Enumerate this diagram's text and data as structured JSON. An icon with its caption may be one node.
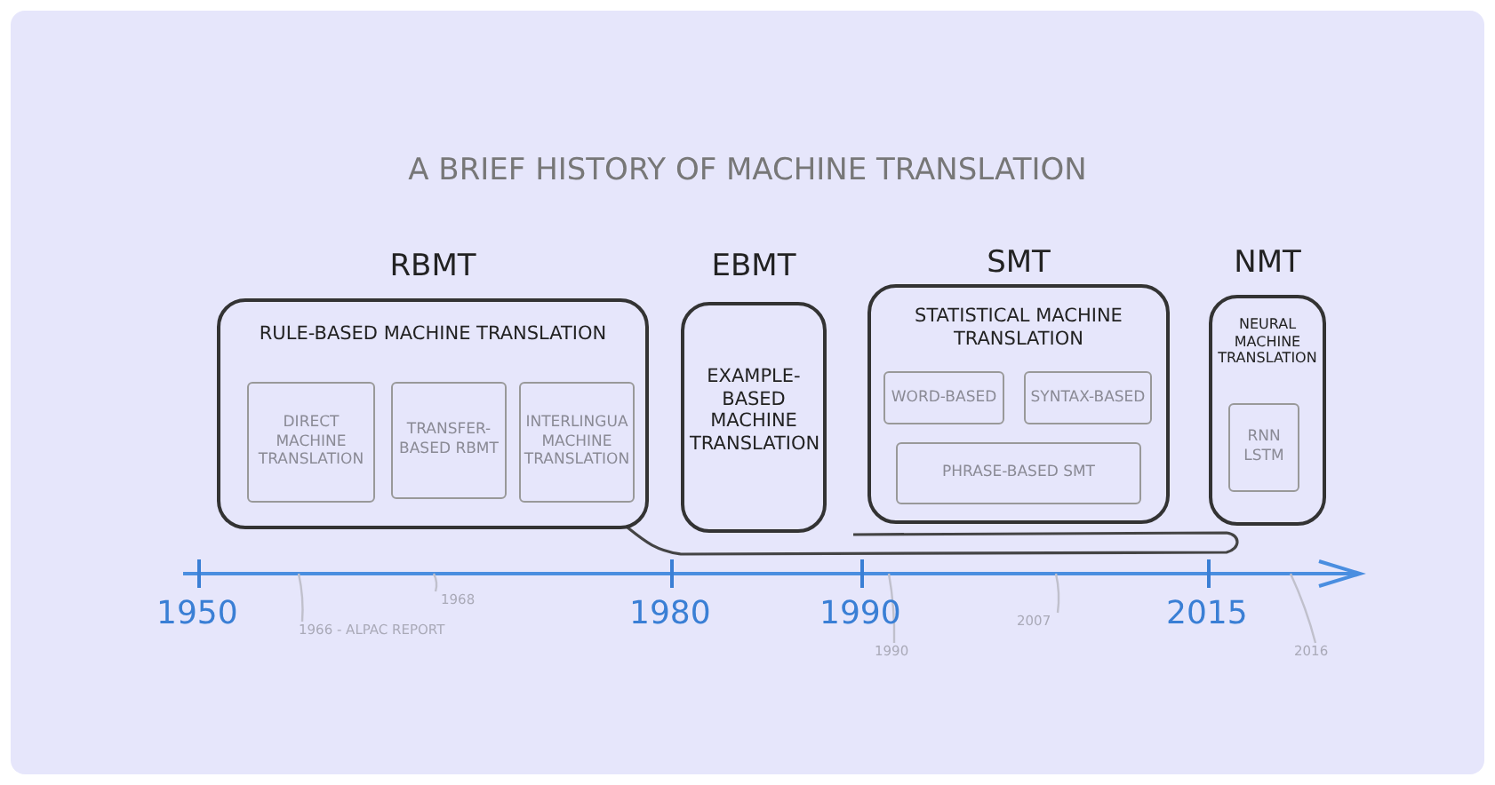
{
  "diagram": {
    "title": "A BRIEF HISTORY OF MACHINE TRANSLATION",
    "nodes": [
      {
        "text": [
          "RBMT",
          "RULE-BASED MACHINE TRANSLATION"
        ]
      },
      {
        "text": [
          "DIRECT MACHINE TRANSLATION"
        ],
        "in": 0
      },
      {
        "text": [
          "TRANSFER-BASED RBMT"
        ],
        "in": 0
      },
      {
        "text": [
          "INTERLINGUA MACHINE TRANSLATION"
        ],
        "in": 0
      },
      {
        "text": [
          "EBMT",
          "EXAMPLE-BASED MACHINE TRANSLATION"
        ]
      },
      {
        "text": [
          "SMT",
          "STATISTICAL MACHINE TRANSLATION"
        ]
      },
      {
        "text": [
          "WORD-BASED"
        ],
        "in": 5
      },
      {
        "text": [
          "SYNTAX-BASED"
        ],
        "in": 5
      },
      {
        "text": [
          "PHRASE-BASED SMT"
        ],
        "in": 5
      },
      {
        "text": [
          "NMT",
          "NEURAL MACHINE TRANSLATION"
        ]
      },
      {
        "text": [
          "RNN LSTM"
        ],
        "in": 9
      },
      {
        "text": [
          "1966 - ALPAC REPORT"
        ]
      },
      {
        "text": [
          "1968"
        ]
      },
      {
        "text": [
          "1990"
        ]
      },
      {
        "text": [
          "2007"
        ]
      },
      {
        "text": [
          "2016"
        ]
      }
    ],
    "edges": [
      {
        "from": 11,
        "to": null,
        "arrow": "none"
      },
      {
        "from": 12,
        "to": null,
        "arrow": "none"
      },
      {
        "from": 13,
        "to": null,
        "arrow": "none"
      },
      {
        "from": 14,
        "to": null,
        "arrow": "none"
      },
      {
        "from": 15,
        "to": null,
        "arrow": "none"
      },
      {
        "from": 0,
        "to": 5,
        "arrow": "none",
        "color": "#444444"
      }
    ],
    "labels": [
      "1950",
      "1980",
      "1990",
      "2015"
    ]
  }
}
